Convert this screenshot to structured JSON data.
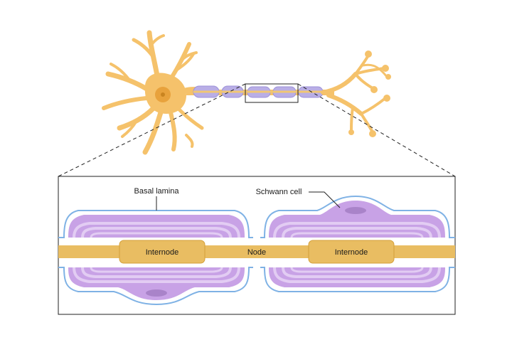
{
  "labels": {
    "basal_lamina": "Basal lamina",
    "schwann_cell": "Schwann cell",
    "internode_left": "Internode",
    "node": "Node",
    "internode_right": "Internode"
  },
  "colors": {
    "neuron_fill": "#f5c26b",
    "neuron_outline": "#e6a94c",
    "nucleus": "#e8a23c",
    "myelin_purple": "#c8a2e6",
    "myelin_light": "#e2ccf3",
    "myelin_purple_dark": "#b07fd6",
    "lamina_blue": "#7fb2e5",
    "axon_fill": "#e9bd62",
    "axon_outline": "#d49f3a",
    "frame": "#222222"
  }
}
